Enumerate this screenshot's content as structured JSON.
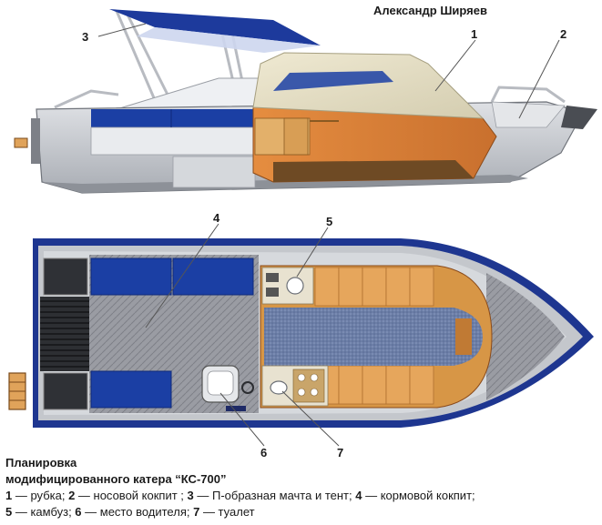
{
  "author": "Александр Ширяев",
  "caption": {
    "title_line1": "Планировка",
    "title_line2": "модифицированного катера “КС-700”",
    "legend_line1": [
      {
        "num": "1",
        "text": " — рубка; "
      },
      {
        "num": "2",
        "text": " — носовой кокпит ; "
      },
      {
        "num": "3",
        "text": " — П-образная мачта и тент; "
      },
      {
        "num": "4",
        "text": " — кормовой кокпит;"
      }
    ],
    "legend_line2": [
      {
        "num": "5",
        "text": " — камбуз; "
      },
      {
        "num": "6",
        "text": " — место водителя; "
      },
      {
        "num": "7",
        "text": " — туалет"
      }
    ]
  },
  "callouts": [
    "1",
    "2",
    "3",
    "4",
    "5",
    "6",
    "7"
  ],
  "colors": {
    "hull": "#c9ccd1",
    "hull_dark": "#9a9ea5",
    "cabin_roof": "#e2ddc7",
    "cabin_side": "#d9803c",
    "navy": "#17338f",
    "deck_gray": "#8f9197",
    "wood": "#e0a35a",
    "carpet": "#6b7fa8"
  }
}
